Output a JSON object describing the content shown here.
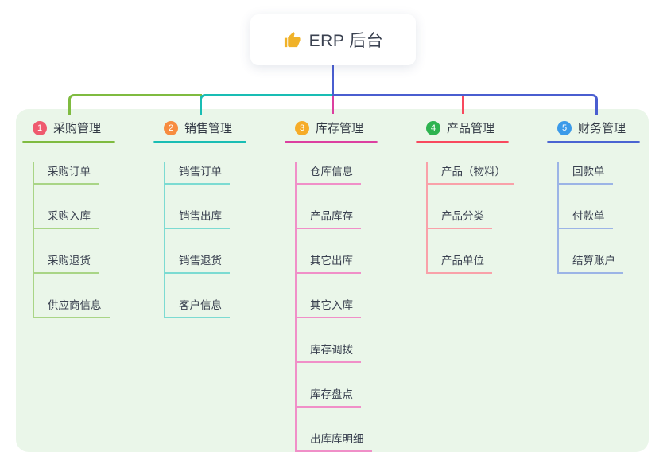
{
  "root": {
    "icon": "thumbs-up-icon",
    "icon_color": "#f0b229",
    "title": "ERP 后台"
  },
  "colors": {
    "panel_bg": "#eaf6e9",
    "root_connector": "#4a5ed0",
    "text": "#3a4150"
  },
  "branches": [
    {
      "num": "1",
      "title": "采购管理",
      "badge_color": "#ef5a6e",
      "line_color": "#7fbb40",
      "light_color": "#a9d586",
      "children": [
        "采购订单",
        "采购入库",
        "采购退货",
        "供应商信息"
      ]
    },
    {
      "num": "2",
      "title": "销售管理",
      "badge_color": "#f78c40",
      "line_color": "#19bdb4",
      "light_color": "#7cdbd2",
      "children": [
        "销售订单",
        "销售出库",
        "销售退货",
        "客户信息"
      ]
    },
    {
      "num": "3",
      "title": "库存管理",
      "badge_color": "#f6ac28",
      "line_color": "#dc3fa0",
      "light_color": "#f08fc8",
      "children": [
        "仓库信息",
        "产品库存",
        "其它出库",
        "其它入库",
        "库存调拨",
        "库存盘点",
        "出库库明细"
      ]
    },
    {
      "num": "4",
      "title": "产品管理",
      "badge_color": "#2eb350",
      "line_color": "#f8495e",
      "light_color": "#f9a1a9",
      "children": [
        "产品（物料）",
        "产品分类",
        "产品单位"
      ]
    },
    {
      "num": "5",
      "title": "财务管理",
      "badge_color": "#3b9ae9",
      "line_color": "#4a64d2",
      "light_color": "#9cb4e6",
      "children": [
        "回款单",
        "付款单",
        "结算账户"
      ]
    }
  ]
}
